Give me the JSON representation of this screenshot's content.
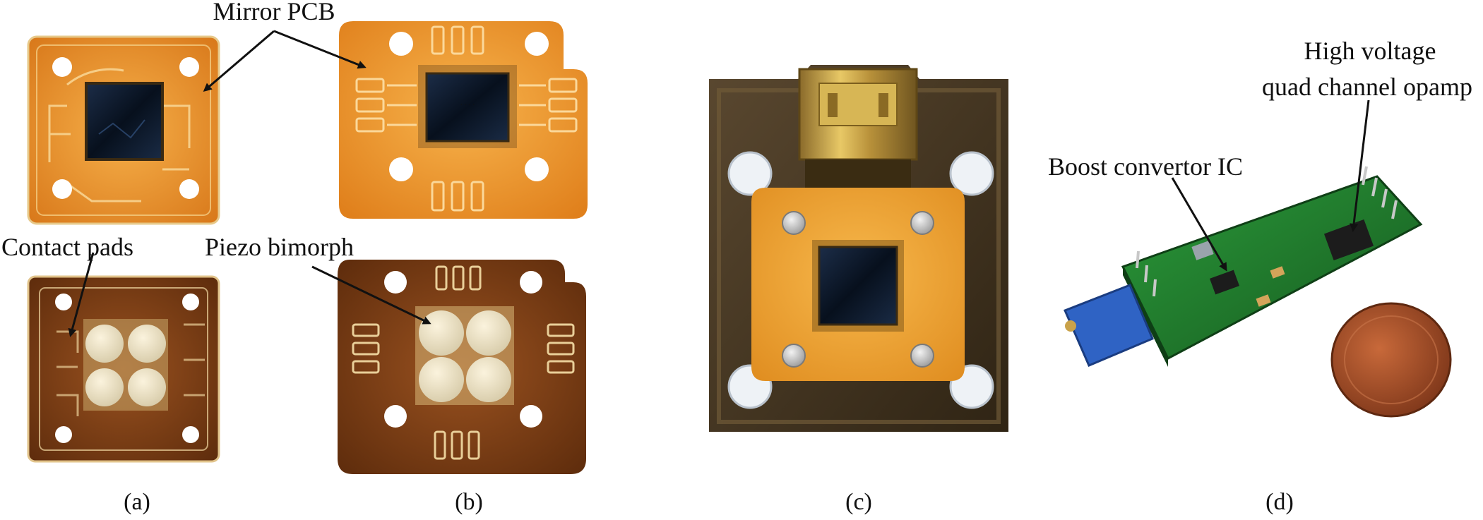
{
  "labels": {
    "mirror_pcb": "Mirror PCB",
    "contact_pads": "Contact pads",
    "piezo_bimorph": "Piezo bimorph",
    "boost_convertor": "Boost convertor IC",
    "hv_line1": "High voltage",
    "hv_line2": "quad channel opamp"
  },
  "captions": {
    "a": "(a)",
    "b": "(b)",
    "c": "(c)",
    "d": "(d)"
  },
  "colors": {
    "pcb_gold": "#e48a1e",
    "pcb_gold_light": "#f3b24b",
    "pcb_brown": "#7a3d12",
    "mirror_dark": "#0b1422",
    "holder_brown": "#4a3a24",
    "holder_gold": "#f1a83a",
    "board_green": "#1f7a2c",
    "coin_copper": "#a14f2a",
    "trim_blue": "#2f63c4"
  }
}
